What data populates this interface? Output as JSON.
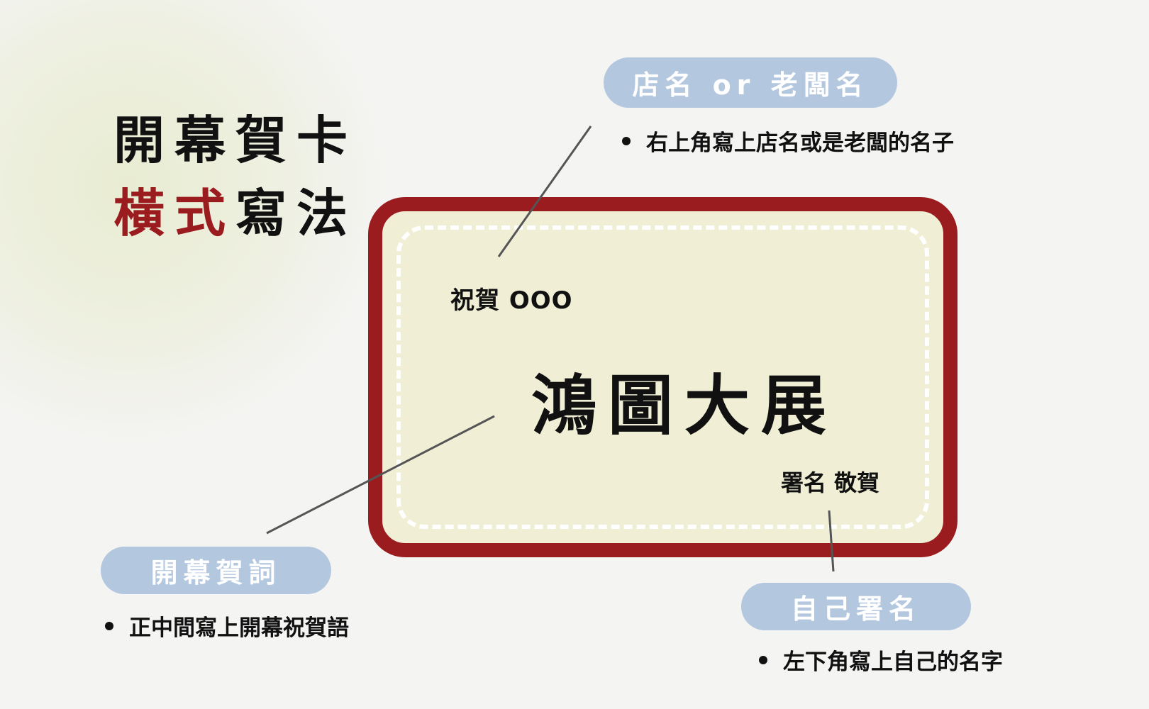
{
  "title": {
    "line1": "開幕賀卡",
    "line2_red": "橫式",
    "line2_black": "寫法"
  },
  "card": {
    "greeting": "祝賀 OOO",
    "main_text": "鴻圖大展",
    "signature": "署名 敬賀"
  },
  "callouts": [
    {
      "label": "店名 or 老闆名",
      "description": "右上角寫上店名或是老闆的名子"
    },
    {
      "label": "開幕賀詞",
      "description": "正中間寫上開幕祝賀語"
    },
    {
      "label": "自己署名",
      "description": "左下角寫上自己的名字"
    }
  ],
  "colors": {
    "accent_red": "#9b1c1f",
    "card_fill": "#f0efd6",
    "pill_blue": "#b3c7df",
    "background": "#f4f4f3",
    "connector": "#555555"
  }
}
